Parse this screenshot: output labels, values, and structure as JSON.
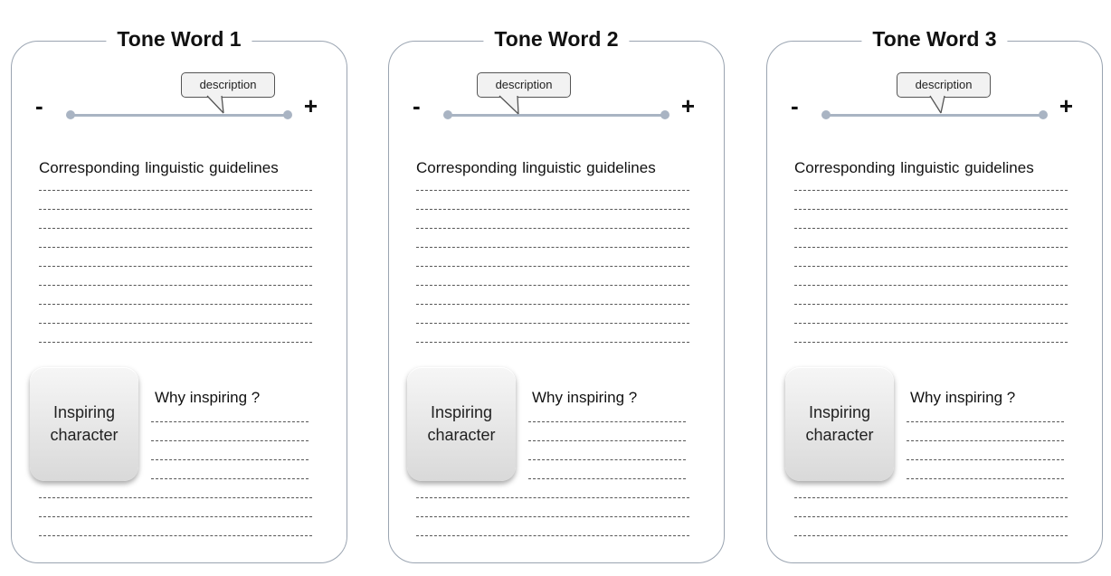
{
  "cards": [
    {
      "title": "Tone Word 1",
      "minus_label": "-",
      "plus_label": "+",
      "bubble_label": "description",
      "guidelines_heading": "Corresponding  linguistic guidelines",
      "character_label": "Inspiring character",
      "why_label": "Why inspiring ?"
    },
    {
      "title": "Tone Word 2",
      "minus_label": "-",
      "plus_label": "+",
      "bubble_label": "description",
      "guidelines_heading": "Corresponding  linguistic guidelines",
      "character_label": "Inspiring character",
      "why_label": "Why inspiring ?"
    },
    {
      "title": "Tone Word 3",
      "minus_label": "-",
      "plus_label": "+",
      "bubble_label": "description",
      "guidelines_heading": "Corresponding  linguistic guidelines",
      "character_label": "Inspiring character",
      "why_label": "Why inspiring ?"
    }
  ]
}
